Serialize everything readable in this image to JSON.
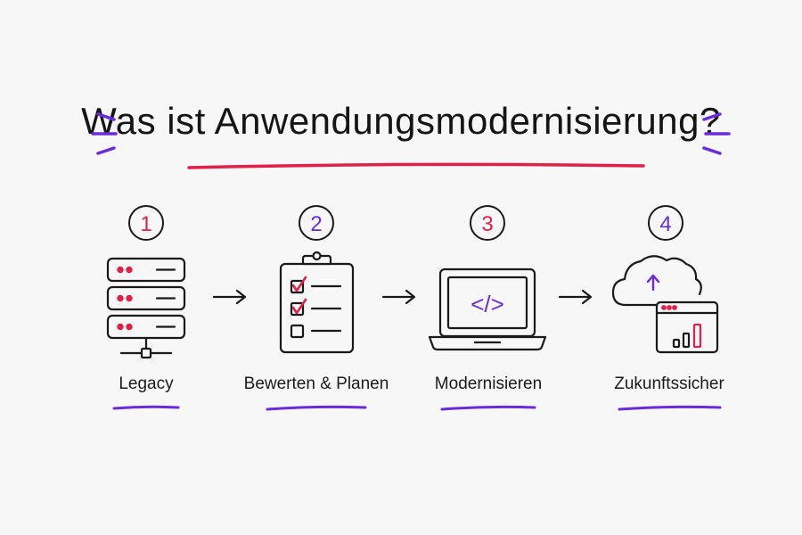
{
  "title": "Was ist Anwendungsmodernisierung?",
  "colors": {
    "ink": "#1a1a1a",
    "red": "#e0204a",
    "purple": "#6a2bd9",
    "background": "#f7f7f7"
  },
  "steps": [
    {
      "number": "1",
      "label": "Legacy",
      "icon": "server-stack-icon"
    },
    {
      "number": "2",
      "label": "Bewerten & Planen",
      "icon": "clipboard-checklist-icon"
    },
    {
      "number": "3",
      "label": "Modernisieren",
      "icon": "laptop-code-icon"
    },
    {
      "number": "4",
      "label": "Zukunftssicher",
      "icon": "cloud-dashboard-icon"
    }
  ],
  "code_symbol": "</>"
}
